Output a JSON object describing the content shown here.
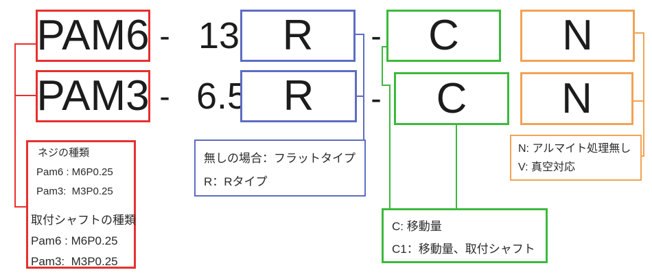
{
  "colors": {
    "red": "#e6302e",
    "blue": "#5e6cc3",
    "green": "#3cb93c",
    "orange": "#f2a254"
  },
  "rows": [
    {
      "model": "PAM6",
      "sep1": "-",
      "size": "13",
      "type": "R",
      "sep2": "-",
      "travel": "C",
      "finish": "N"
    },
    {
      "model": "PAM3",
      "sep1": "-",
      "size": "6.5",
      "type": "R",
      "sep2": "-",
      "travel": "C",
      "finish": "N"
    }
  ],
  "notes": {
    "screw": {
      "lines": [
        "ネジの種類",
        "Pam6 : M6P0.25",
        "Pam3:  M3P0.25",
        "取付シャフトの種類",
        "Pam6 : M6P0.25",
        "Pam3:  M3P0.25"
      ]
    },
    "shape": {
      "lines": [
        "無しの場合：フラットタイプ",
        "R：Rタイプ"
      ]
    },
    "travel": {
      "lines": [
        "C: 移動量",
        "C1：移動量、取付シャフト"
      ]
    },
    "surface": {
      "lines": [
        "N: アルマイト処理無し",
        "V: 真空対応"
      ]
    }
  }
}
